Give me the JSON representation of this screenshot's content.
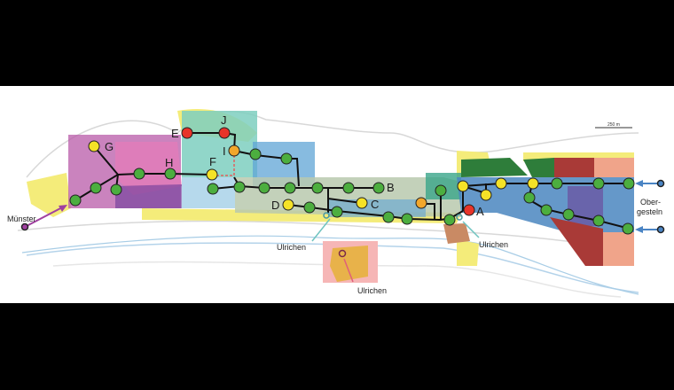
{
  "map": {
    "scale_label": "250 m",
    "places": {
      "muenster": "Münster",
      "ulrichen_station": "Ulrichen",
      "ulrichen_east": "Ulrichen",
      "ulrichen_south": "Ulrichen",
      "obergesteln_1": "Ober-",
      "obergesteln_2": "gesteln"
    },
    "node_labels": {
      "A": "A",
      "B": "B",
      "C": "C",
      "D": "D",
      "E": "E",
      "F": "F",
      "G": "G",
      "H": "H",
      "I": "I",
      "J": "J"
    },
    "colors": {
      "green_node": "#4cae3f",
      "yellow_node": "#f5e227",
      "orange_node": "#f2a72c",
      "red_node": "#e8342a",
      "line": "#111111",
      "zone_purple": "#b85aa8",
      "zone_pink": "#e77ab8",
      "zone_teal": "#7ecfc0",
      "zone_blue": "#5fa4d6",
      "zone_sage": "#b9c9ae",
      "zone_yellow": "#f4ec7a",
      "zone_darkgreen": "#2e7d3a",
      "zone_red": "#a93a37",
      "zone_salmon": "#f0a48a",
      "zone_violet": "#6a5ba6",
      "arrow_blue": "#4a84c4",
      "arrow_purple": "#a040a0",
      "arrow_teal": "#6fc4c0",
      "arrow_pink": "#e0607a"
    }
  }
}
